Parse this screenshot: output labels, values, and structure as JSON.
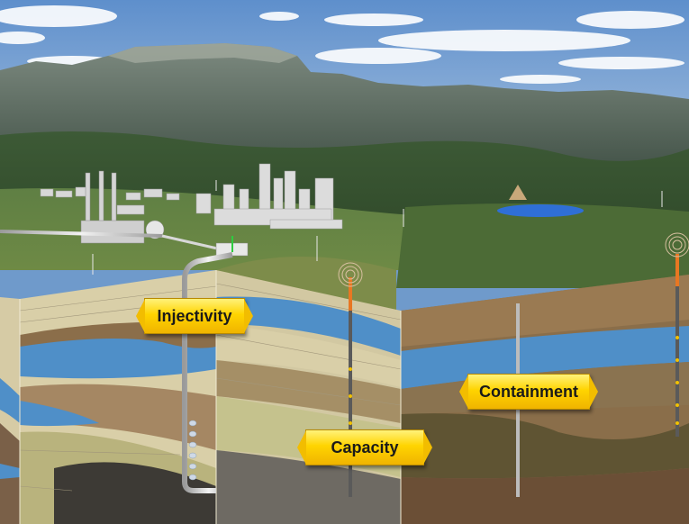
{
  "labels": {
    "injectivity": "Injectivity",
    "capacity": "Capacity",
    "containment": "Containment"
  },
  "colors": {
    "sky": "#6f9acb",
    "aquifer": "#4f8fc8",
    "label_fill": "#ffd400",
    "sandstone": "#d9cfa8",
    "shale": "#8b6e4a",
    "caprock": "#bfb78c"
  },
  "icons": [
    "power-plant-icon",
    "city-skyline-icon",
    "well-signal-icon",
    "pipeline-icon"
  ]
}
